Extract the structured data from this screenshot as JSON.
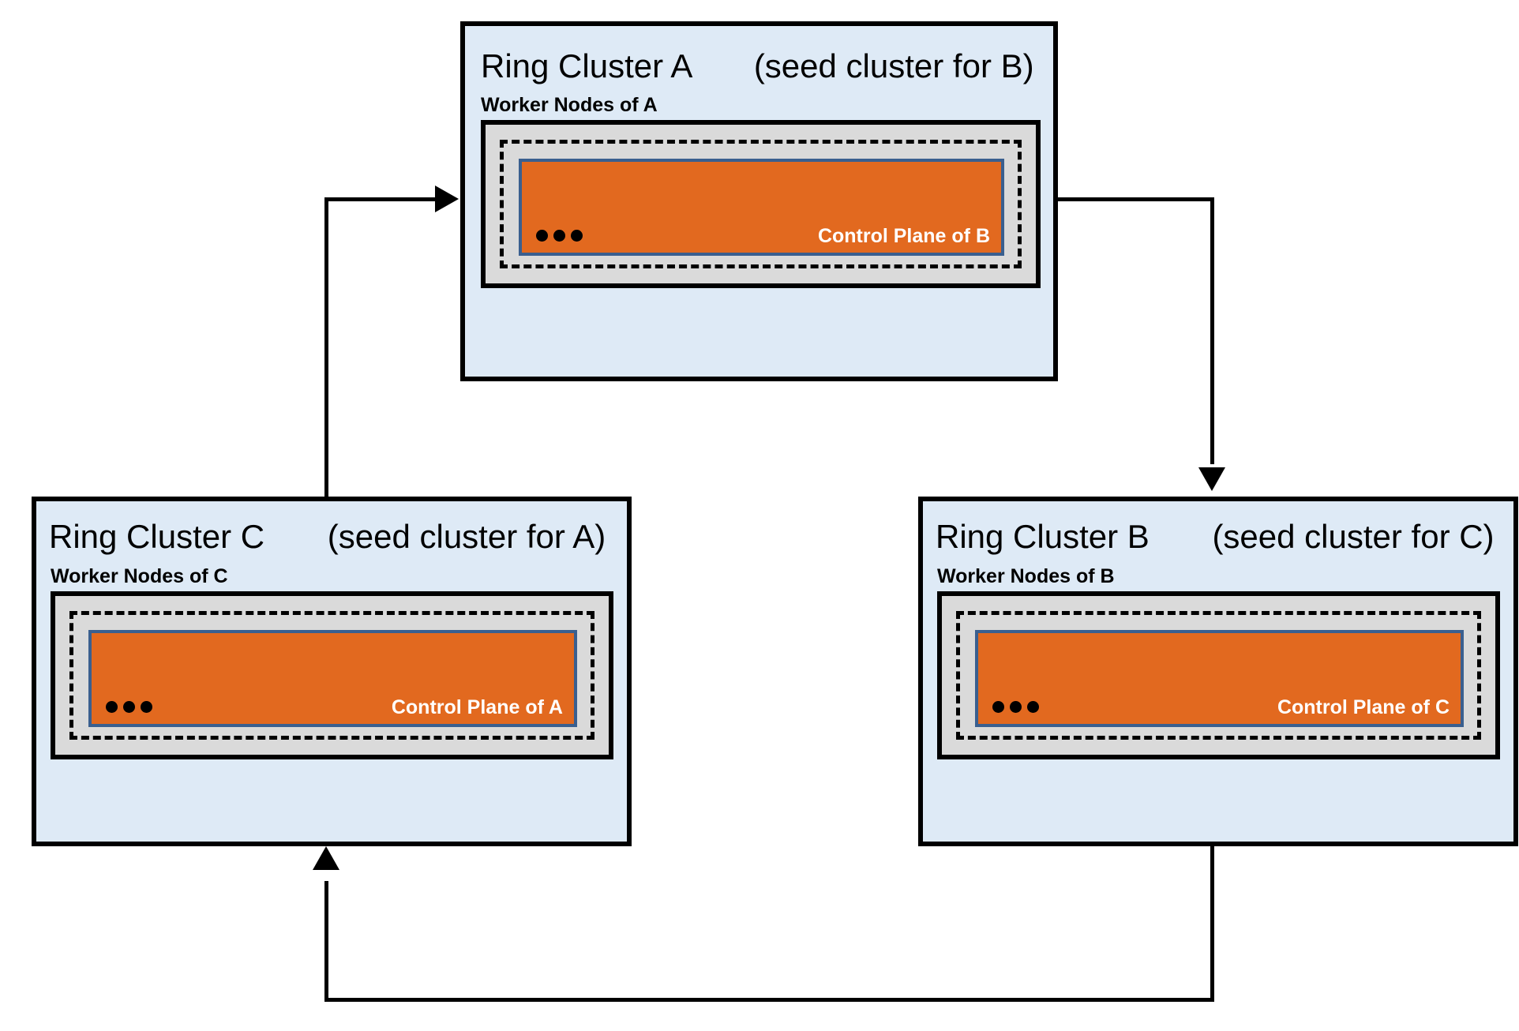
{
  "diagram": {
    "type": "ring-cluster-topology",
    "description": "Three Kubernetes ring clusters A, B and C each hosting the control plane of the next cluster in the ring",
    "clusters": [
      {
        "id": "a",
        "title": "Ring Cluster A",
        "seed_note": "(seed cluster for B)",
        "worker_label": "Worker Nodes of A",
        "control_plane_label": "Control Plane of B",
        "ellipsis": "•••"
      },
      {
        "id": "c",
        "title": "Ring Cluster C",
        "seed_note": "(seed cluster for A)",
        "worker_label": "Worker Nodes of C",
        "control_plane_label": "Control Plane of A",
        "ellipsis": "•••"
      },
      {
        "id": "b",
        "title": "Ring Cluster B",
        "seed_note": "(seed cluster for C)",
        "worker_label": "Worker Nodes of B",
        "control_plane_label": "Control Plane of C",
        "ellipsis": "•••"
      }
    ],
    "connections": [
      {
        "id": "a-to-b",
        "from": "Ring Cluster A",
        "to": "Ring Cluster B",
        "direction": "right-then-down"
      },
      {
        "id": "b-to-c",
        "from": "Ring Cluster B",
        "to": "Ring Cluster C",
        "direction": "down-then-left-then-up"
      },
      {
        "id": "c-to-a",
        "from": "Ring Cluster C",
        "to": "Ring Cluster A",
        "direction": "up-then-right"
      }
    ],
    "colors": {
      "cluster_fill": "#deeaf6",
      "worker_fill": "#dadada",
      "control_plane_fill": "#e2691f",
      "control_plane_border": "#3a5f8f",
      "outline": "#000000",
      "label_text": "#000000",
      "control_plane_text": "#ffffff"
    }
  }
}
